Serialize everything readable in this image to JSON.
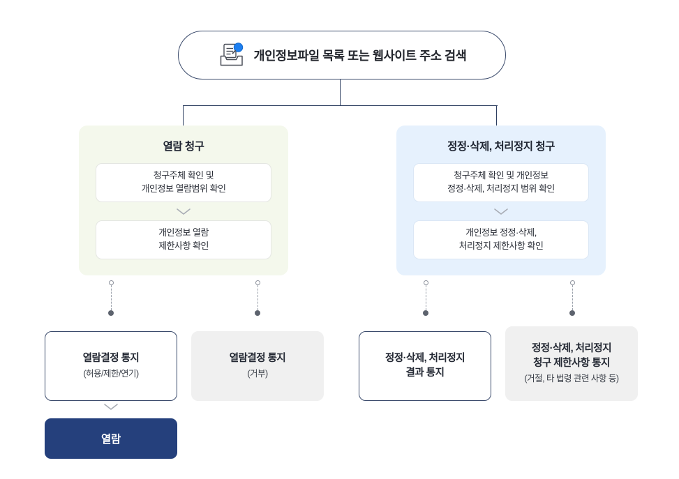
{
  "search": {
    "icon": "document-search-icon",
    "label": "개인정보파일 목록 또는 웹사이트 주소 검색"
  },
  "branches": [
    {
      "id": "read",
      "title": "열람 청구",
      "background": "#f4f8ec",
      "steps": [
        {
          "lines": [
            "청구주체 확인 및",
            "개인정보 열람범위 확인"
          ]
        },
        {
          "lines": [
            "개인정보 열람",
            "제한사항 확인"
          ]
        }
      ]
    },
    {
      "id": "modify",
      "title": "정정·삭제, 처리정지 청구",
      "background": "#e6f1fd",
      "steps": [
        {
          "lines": [
            "청구주체 확인 및 개인정보",
            "정정·삭제, 처리정지 범위 확인"
          ]
        },
        {
          "lines": [
            "개인정보 정정·삭제,",
            "처리정지 제한사항 확인"
          ]
        }
      ]
    }
  ],
  "results": [
    {
      "id": "read-decision-allow",
      "style": "outlined",
      "main_lines": [
        "열람결정 통지"
      ],
      "sub_lines": [
        "(허용/제한/연기)"
      ]
    },
    {
      "id": "read-decision-deny",
      "style": "filled",
      "main_lines": [
        "열람결정 통지"
      ],
      "sub_lines": [
        "(거부)"
      ]
    },
    {
      "id": "modify-result",
      "style": "outlined",
      "main_lines": [
        "정정·삭제, 처리정지",
        "결과 통지"
      ],
      "sub_lines": []
    },
    {
      "id": "modify-restriction",
      "style": "filled",
      "main_lines": [
        "정정·삭제, 처리정지",
        "청구 제한사항 통지"
      ],
      "sub_lines": [
        "(거절, 타 법령 관련 사항 등)"
      ]
    }
  ],
  "final_action": {
    "label": "열람",
    "color": "#25407c"
  },
  "colors": {
    "connector": "#2e3f61",
    "panel_read": "#f4f8ec",
    "panel_modify": "#e6f1fd",
    "outline_navy": "#3a4a6b",
    "filled_gray": "#f0f0f0",
    "navy_button": "#25407c",
    "dotted_line": "#9aa0aa"
  }
}
